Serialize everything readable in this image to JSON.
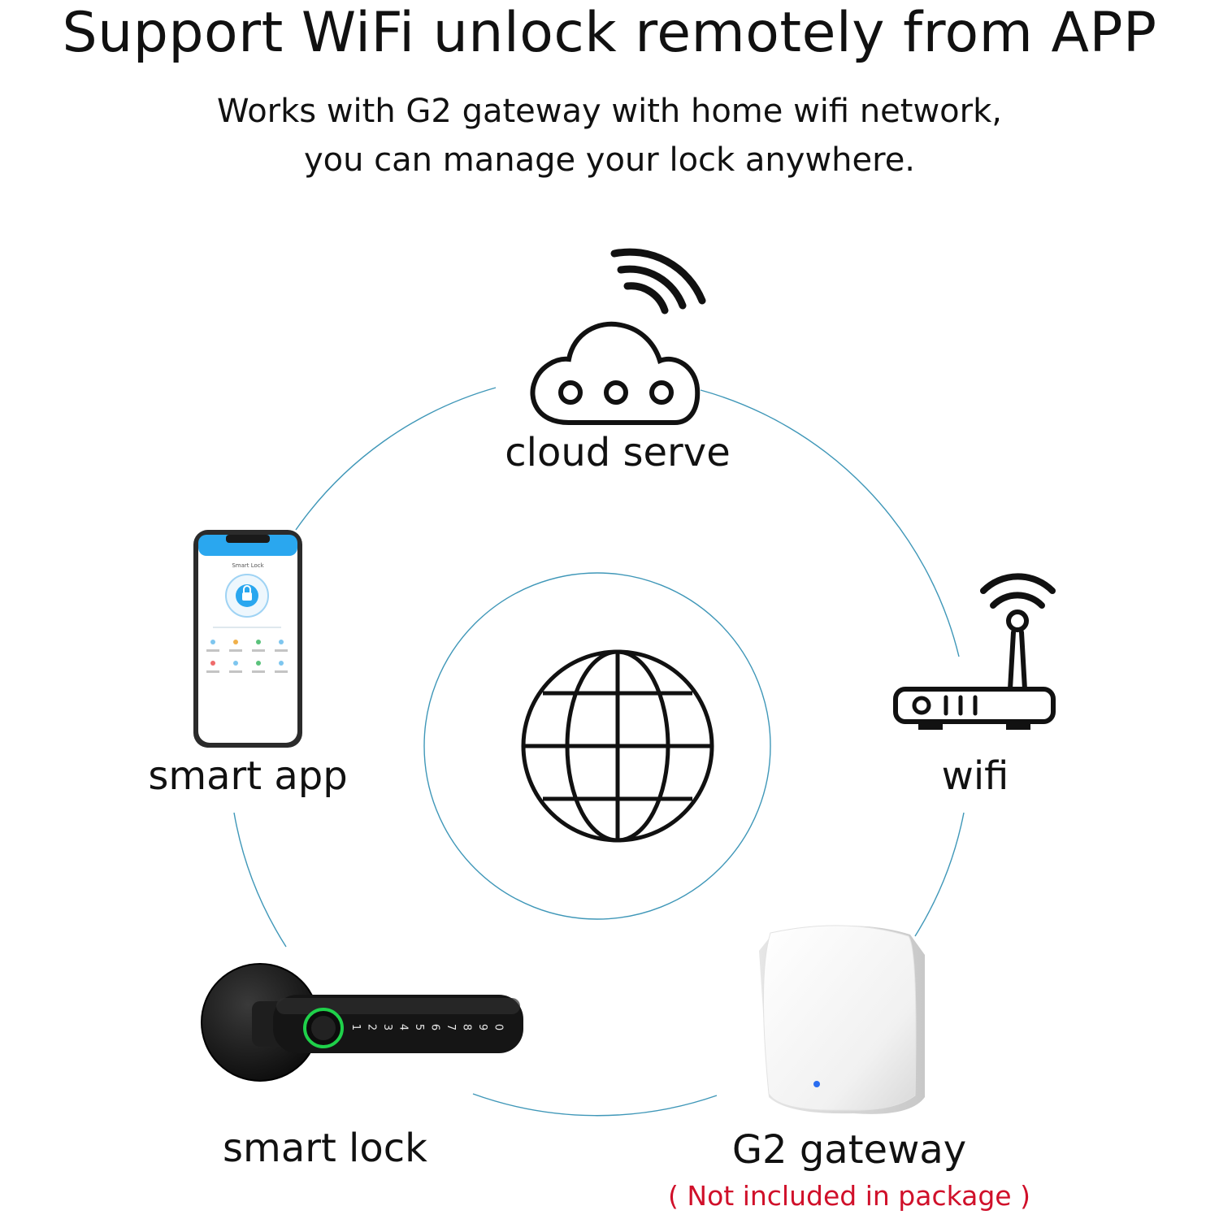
{
  "header": {
    "title": "Support WiFi unlock remotely from APP",
    "subtitle_line1": "Works with G2 gateway with home wifi network,",
    "subtitle_line2": "you can manage your lock anywhere."
  },
  "nodes": {
    "cloud": {
      "label": "cloud serve",
      "icon": "cloud-icon"
    },
    "app": {
      "label": "smart app",
      "icon": "smartphone-icon",
      "phone_title": "Smart Lock"
    },
    "wifi": {
      "label": "wifi",
      "icon": "router-icon"
    },
    "gateway": {
      "label": "G2 gateway",
      "note": "( Not included in package )",
      "icon": "gateway-box-icon"
    },
    "lock": {
      "label": "smart lock",
      "icon": "door-handle-lock-icon",
      "keypad_digits": [
        "1",
        "2",
        "3",
        "4",
        "5",
        "6",
        "7",
        "8",
        "9",
        "0"
      ]
    },
    "center": {
      "icon": "globe-icon"
    }
  },
  "colors": {
    "ring": "#3f97b8",
    "note": "#d0102a",
    "lock_ring": "#1fd14a",
    "app_header": "#2aa7ef"
  }
}
